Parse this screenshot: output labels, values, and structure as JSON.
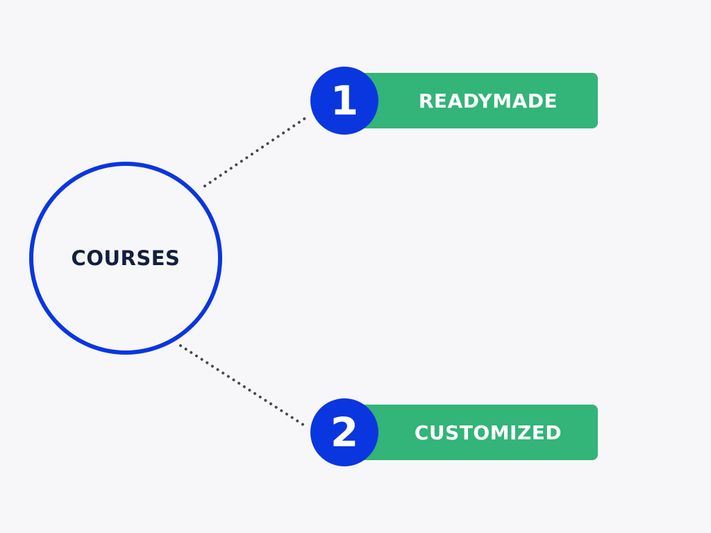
{
  "hub": {
    "label": "COURSES"
  },
  "options": [
    {
      "number": "1",
      "label": "READYMADE"
    },
    {
      "number": "2",
      "label": "CUSTOMIZED"
    }
  ],
  "colors": {
    "background": "#f7f7f9",
    "hub_ring": "#0a36e0",
    "hub_text": "#121f3d",
    "badge": "#0a36e0",
    "option_bar": "#33b478",
    "option_text": "#ffffff",
    "connector": "#4a4a4a"
  }
}
